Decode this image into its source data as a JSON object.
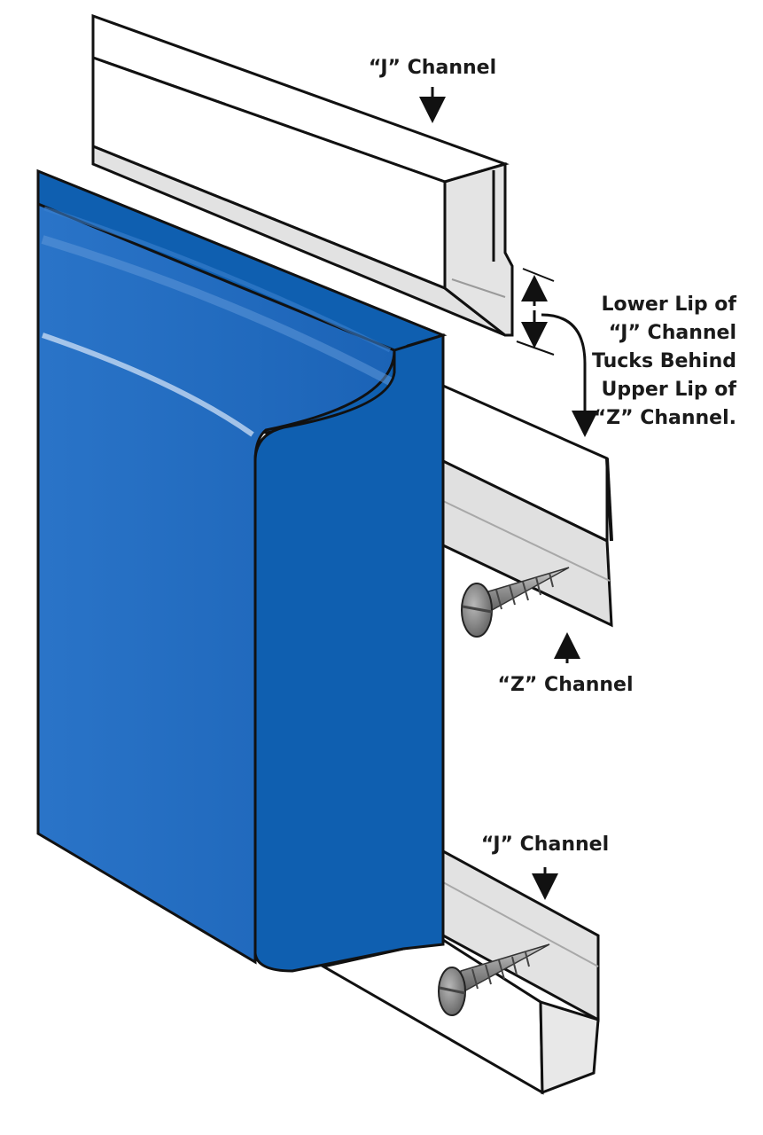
{
  "labels": {
    "j_channel_top": "“J” Channel",
    "lower_lip_lines": [
      "Lower Lip of",
      "“J” Channel",
      "Tucks Behind",
      "Upper Lip of",
      "“Z” Channel."
    ],
    "z_channel": "“Z” Channel",
    "j_channel_bottom": "“J” Channel"
  },
  "colors": {
    "pad_blue": "#1f6bc0",
    "pad_blue_dark": "#0f4f9e",
    "pad_highlight": "#6aa2e0",
    "channel_face": "#ffffff",
    "channel_shadow": "#dcdcdc",
    "outline": "#111111",
    "screw": "#9a9a9a"
  }
}
